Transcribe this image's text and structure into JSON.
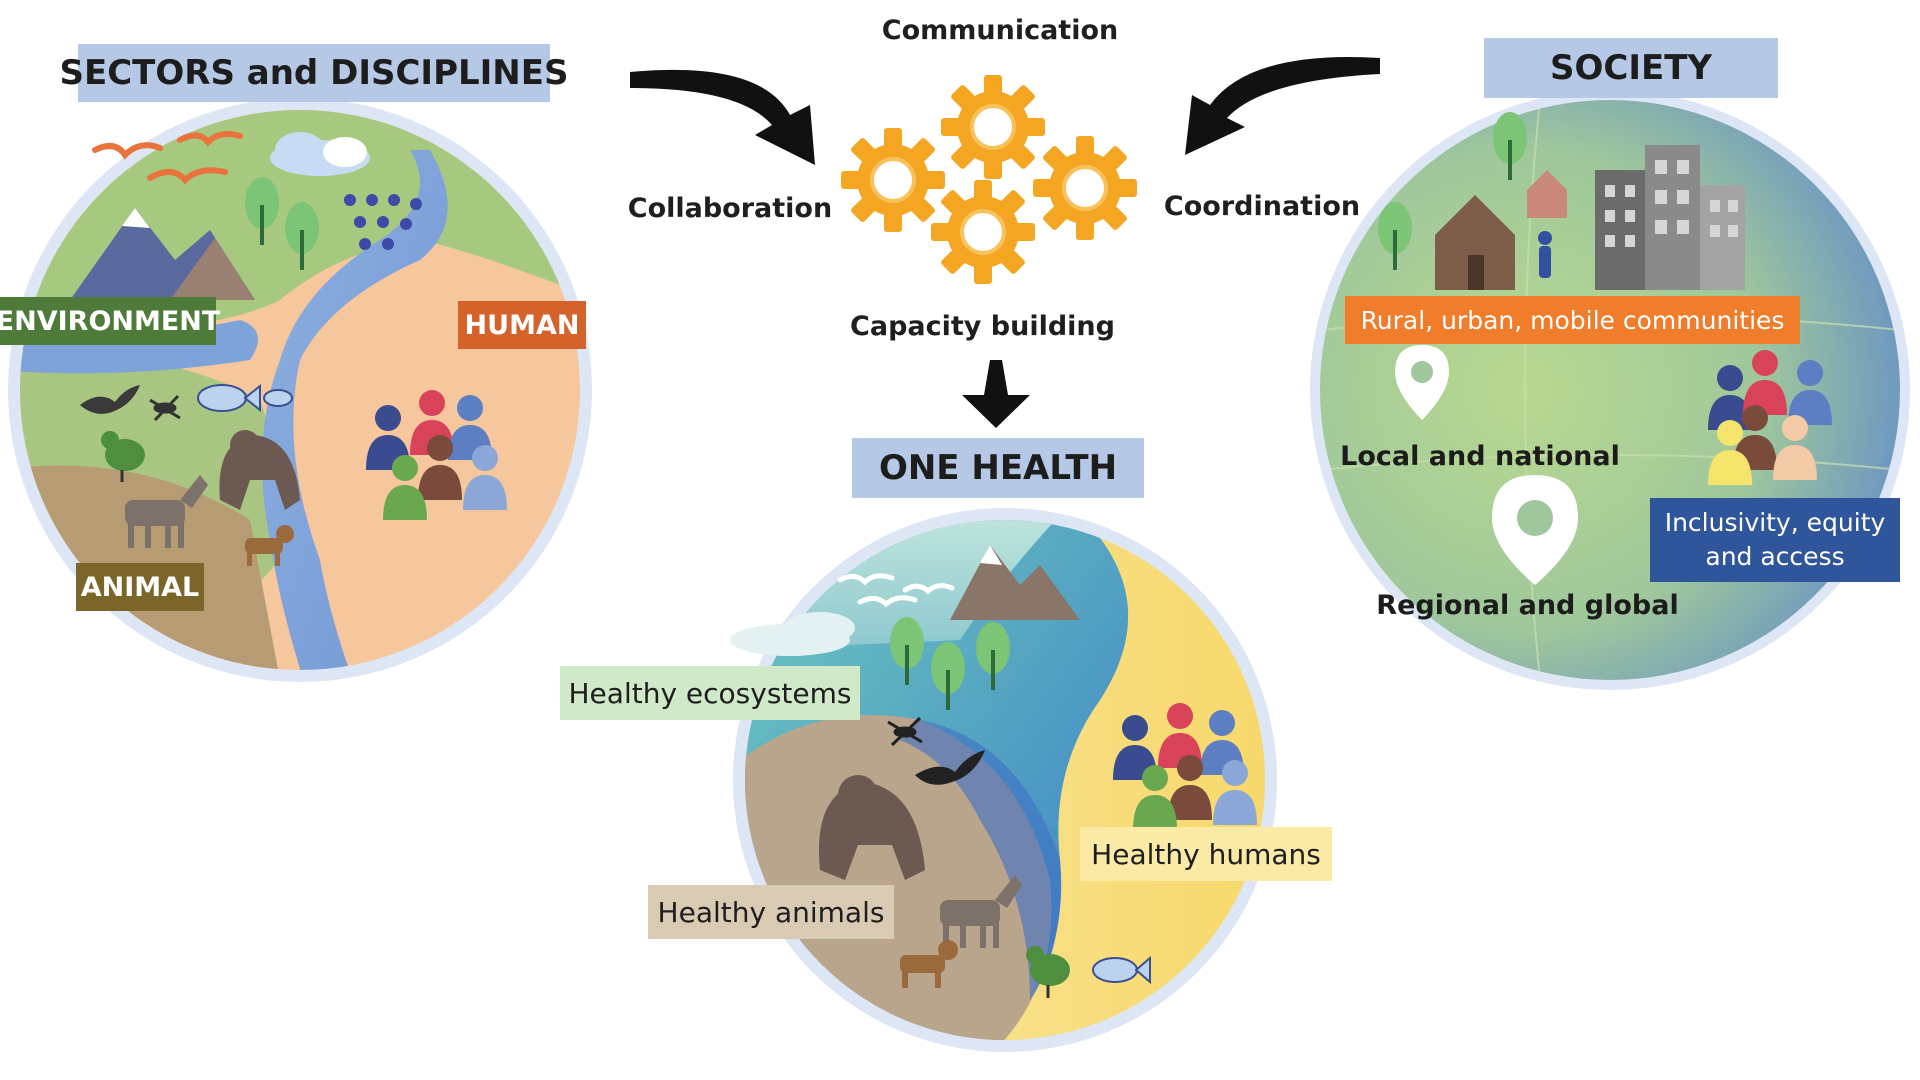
{
  "panels": {
    "sectors": {
      "title": "SECTORS and DISCIPLINES",
      "tags": {
        "environment": "ENVIRONMENT",
        "human": "HUMAN",
        "animal": "ANIMAL"
      }
    },
    "society": {
      "title": "SOCIETY",
      "communities": "Rural, urban, mobile communities",
      "local": "Local and national",
      "regional": "Regional and global",
      "inclusivity_line1": "Inclusivity, equity",
      "inclusivity_line2": "and access"
    },
    "one_health": {
      "title": "ONE HEALTH",
      "ecosystems": "Healthy ecosystems",
      "humans": "Healthy humans",
      "animals": "Healthy animals"
    }
  },
  "gears": {
    "communication": "Communication",
    "collaboration": "Collaboration",
    "coordination": "Coordination",
    "capacity": "Capacity building"
  },
  "colors": {
    "title_box": "#b5c8e6",
    "environment": "#4e7a3a",
    "human": "#d4622a",
    "animal": "#7a6628",
    "communities": "#ef7d2c",
    "inclusivity": "#2f559b",
    "ecosystems_tag": "#cfe9c9",
    "humans_tag": "#fbe9a6",
    "animals_tag": "#d9cab3",
    "gear": "#f4a623",
    "arrow": "#111111"
  },
  "icons": [
    "gear-icon",
    "curved-arrow-icon",
    "down-arrow-icon",
    "location-pin-icon",
    "mountain-icon",
    "tree-icon",
    "bird-icon",
    "fish-icon",
    "bat-icon",
    "mosquito-icon",
    "gorilla-icon",
    "goat-icon",
    "dog-icon",
    "chicken-icon",
    "people-group-icon",
    "house-icon",
    "building-icon",
    "cloud-icon"
  ]
}
